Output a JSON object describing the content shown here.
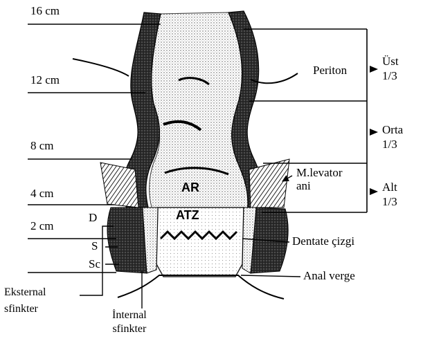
{
  "diagram": {
    "depth_marks": [
      {
        "id": "16",
        "label": "16 cm"
      },
      {
        "id": "12",
        "label": "12 cm"
      },
      {
        "id": "8",
        "label": "8 cm"
      },
      {
        "id": "4",
        "label": "4 cm"
      },
      {
        "id": "2",
        "label": "2 cm"
      }
    ],
    "thirds": [
      {
        "id": "upper",
        "line1": "Üst",
        "line2": "1/3"
      },
      {
        "id": "middle",
        "line1": "Orta",
        "line2": "1/3"
      },
      {
        "id": "lower",
        "line1": "Alt",
        "line2": "1/3"
      }
    ],
    "inner_labels": {
      "ar": "AR",
      "atz": "ATZ"
    },
    "structures": {
      "periton": "Periton",
      "levator_line1": "M.levator",
      "levator_line2": "ani",
      "dentate": "Dentate çizgi",
      "anal_verge": "Anal verge",
      "external_line1": "Eksternal",
      "external_line2": "sfinkter",
      "internal_line1": "İnternal",
      "internal_line2": "sfinkter"
    },
    "sphincter_parts": {
      "d": "D",
      "s": "S",
      "sc": "Sc"
    }
  }
}
